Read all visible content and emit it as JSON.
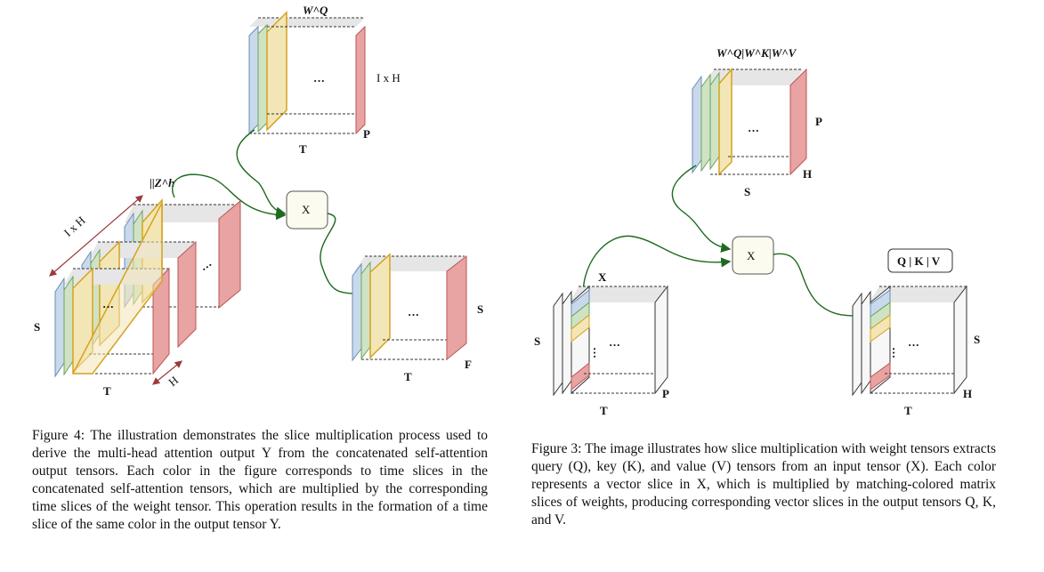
{
  "figure4": {
    "labels": {
      "wq": "W^Q",
      "ixh_top": "I x H",
      "p_top": "P",
      "t_top": "T",
      "zh": "||Z^h",
      "ixh_diag": "I x H",
      "s_left": "S",
      "t_left": "T",
      "h_left": "H",
      "mult": "X",
      "s_out": "S",
      "t_out": "T",
      "f_out": "F",
      "dots": "···"
    },
    "caption": "Figure 4: The illustration demonstrates the slice multiplication process used to derive the multi-head attention output Y from the concatenated self-attention output tensors. Each color in the figure corresponds to time slices in the concatenated self-attention tensors, which are multiplied by the corresponding time slices of the weight tensor. This operation results in the formation of a time slice of the same color in the output tensor Y."
  },
  "figure3": {
    "labels": {
      "wqkv": "W^Q|W^K|W^V",
      "p_top": "P",
      "h_top": "H",
      "s_top": "S",
      "mult": "X",
      "x_in": "X",
      "s_in": "S",
      "t_in": "T",
      "p_in": "P",
      "qkv": "Q | K | V",
      "s_out": "S",
      "h_out": "H",
      "t_out": "T",
      "dots": "···"
    },
    "caption": "Figure 3: The image illustrates how slice multiplication with weight tensors extracts query (Q), key (K), and value (V) tensors from an input tensor (X). Each color represents a vector slice in X, which is multiplied by matching-colored matrix slices of weights, producing corresponding vector slices in the output tensors Q, K, and V."
  },
  "colors": {
    "blue": "#c9d9ec",
    "green": "#cfe3c4",
    "yellow": "#f3e6b6",
    "red": "#e8a3a3",
    "gray": "#e6e6e6",
    "arrow": "#1f6a1f",
    "brown": "#9b3a3a",
    "gold": "#d6a21f"
  }
}
